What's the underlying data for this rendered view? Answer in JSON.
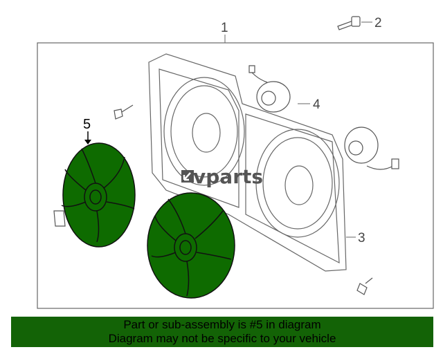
{
  "diagram": {
    "callouts": [
      "1",
      "2",
      "3",
      "4",
      "5"
    ],
    "highlight_color": "#0e6b00",
    "watermark": "vparts"
  },
  "banner": {
    "line1": "Part or sub-assembly is #5 in diagram",
    "line2": "Diagram may not be specific to your vehicle",
    "background": "#136306"
  }
}
